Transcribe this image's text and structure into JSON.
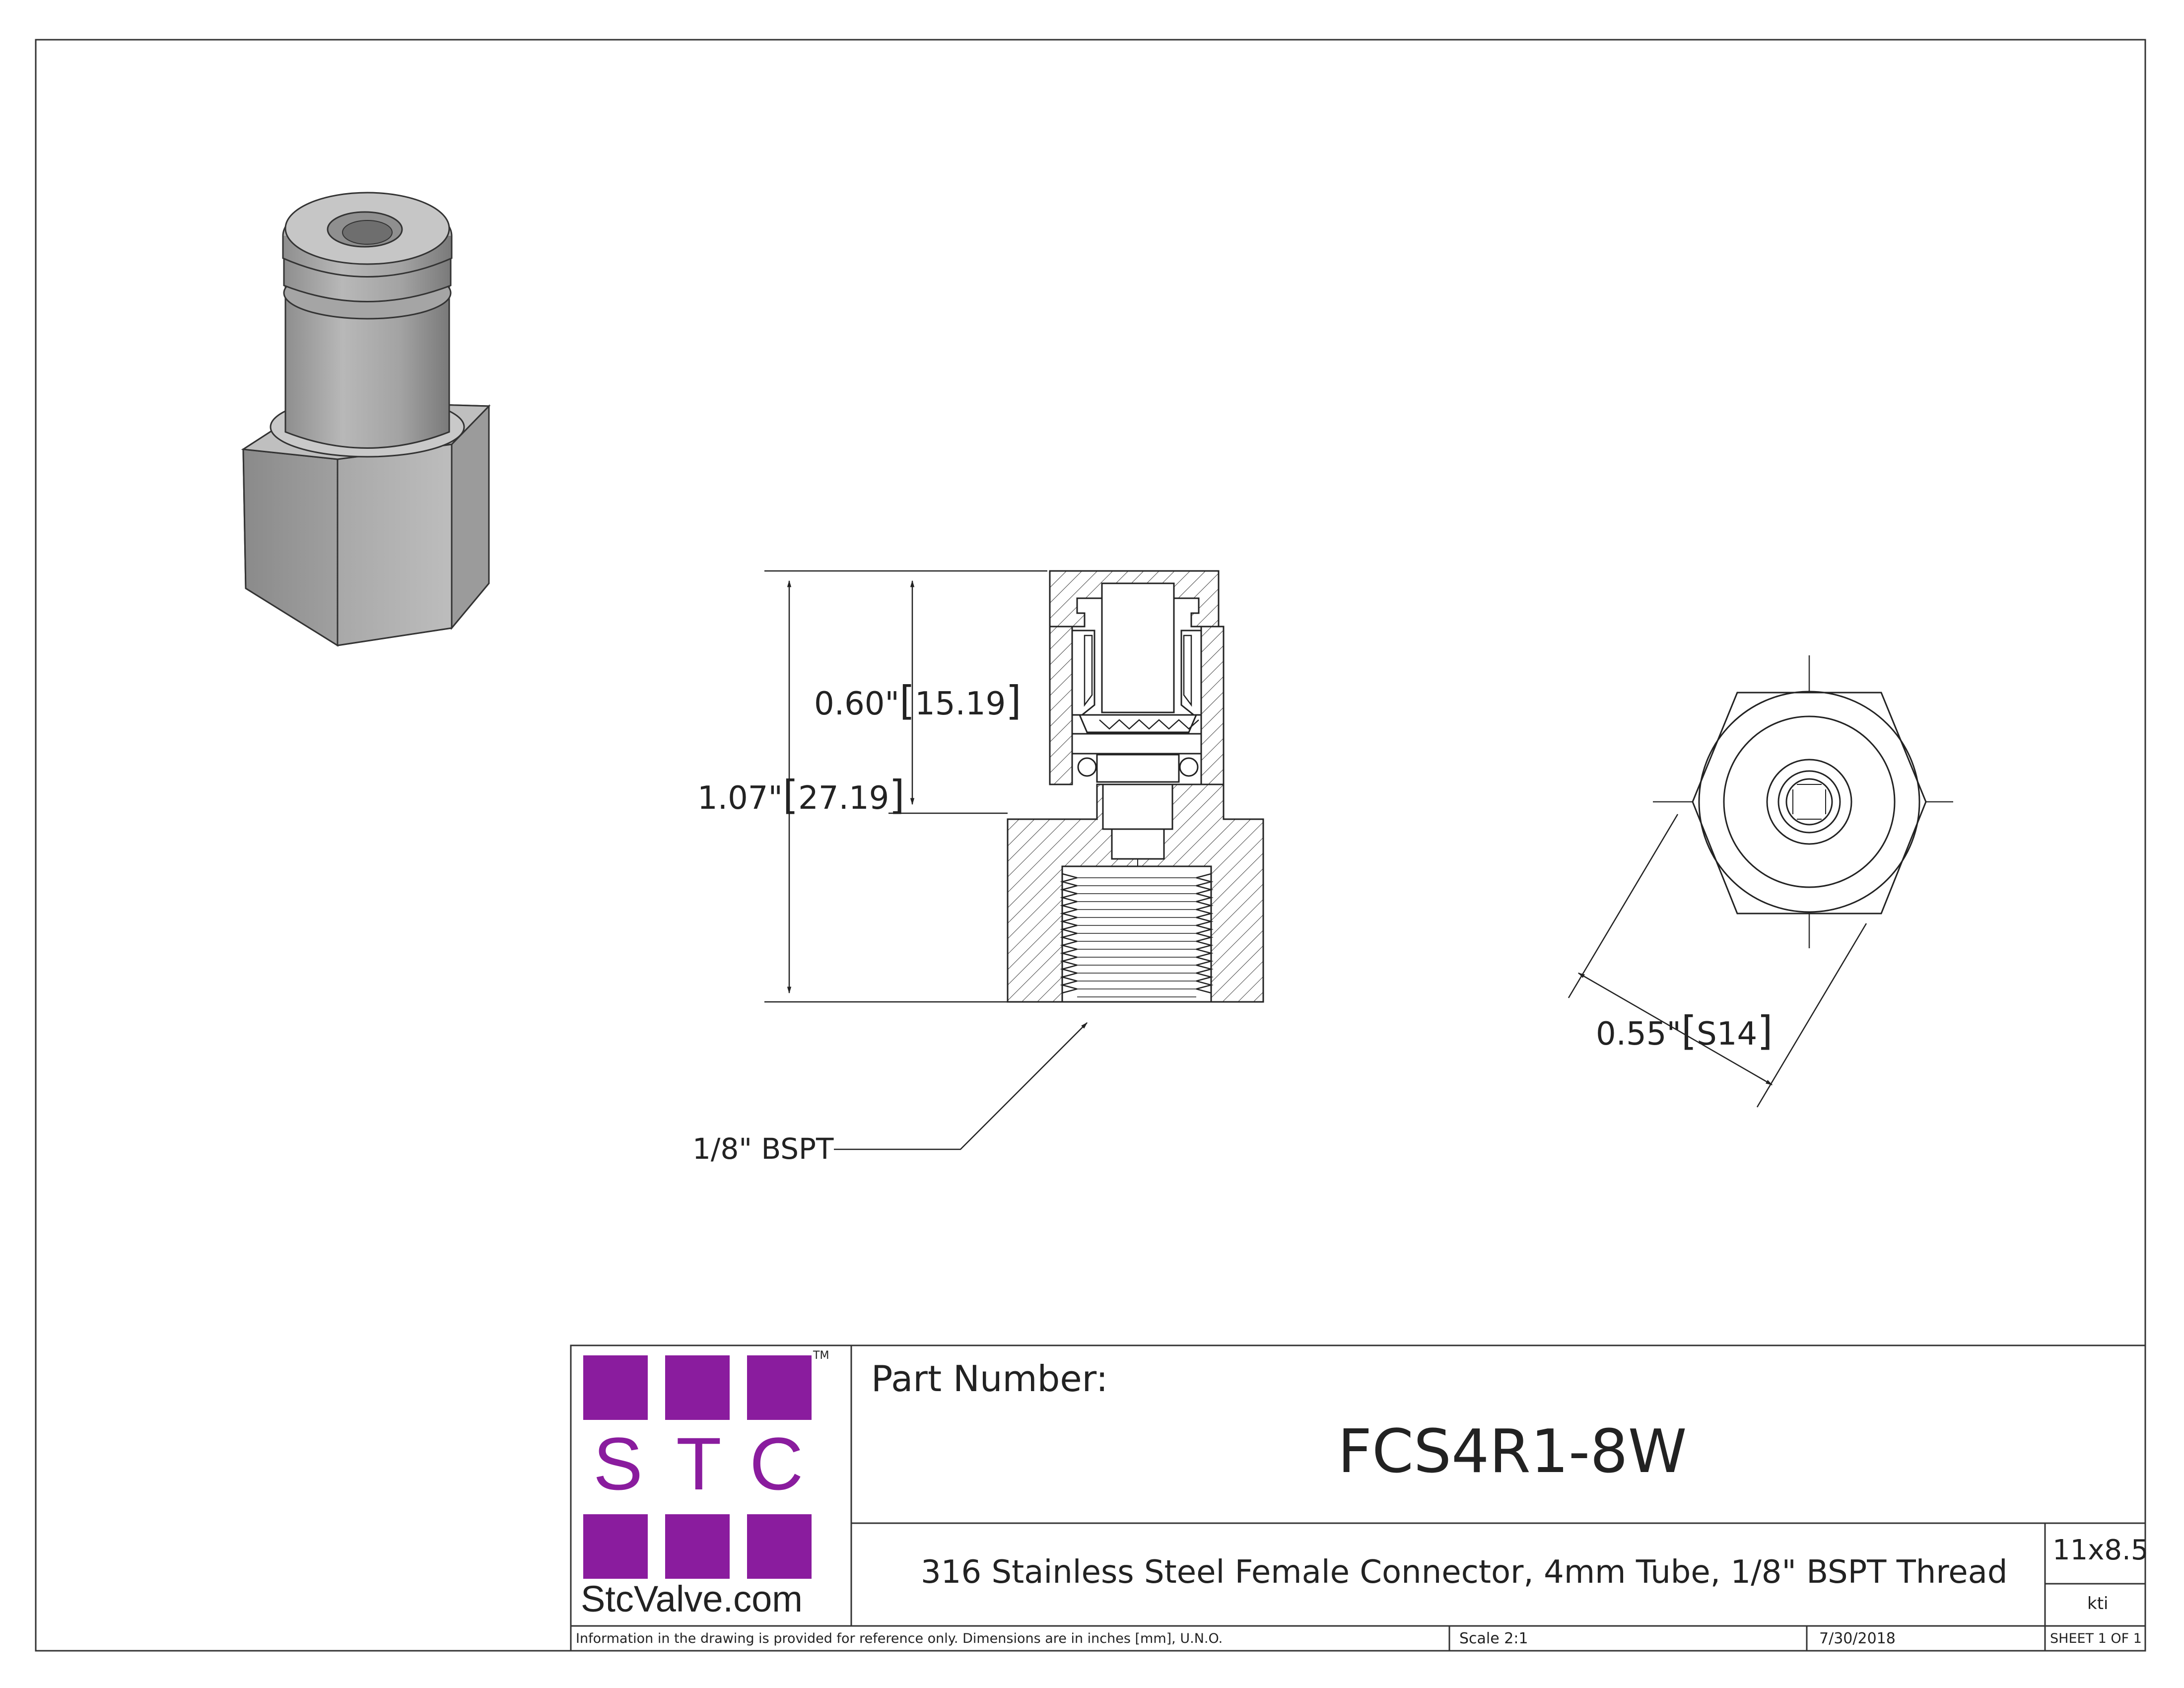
{
  "dimensions": {
    "inner_height": {
      "inch": "0.60\"",
      "mm": "15.19"
    },
    "overall_height": {
      "inch": "1.07\"",
      "mm": "27.19"
    },
    "hex_across_flats": {
      "inch": "0.55\"",
      "mm": "S14"
    }
  },
  "thread_callout": "1/8\" BSPT",
  "logo": {
    "letters": [
      "S",
      "T",
      "C"
    ],
    "tm": "TM",
    "site": "StcValve.com",
    "color": "#8a1c9e"
  },
  "title_block": {
    "part_number_label": "Part Number:",
    "part_number": "FCS4R1-8W",
    "description": "316 Stainless Steel Female Connector, 4mm Tube, 1/8\" BSPT Thread",
    "sheet_size": "11x8.5",
    "drawn_by": "kti",
    "disclaimer": "Information in the drawing is provided for reference only. Dimensions are in inches [mm], U.N.O.",
    "scale": "Scale   2:1",
    "date": "7/30/2018",
    "sheet": "SHEET 1 OF 1"
  }
}
